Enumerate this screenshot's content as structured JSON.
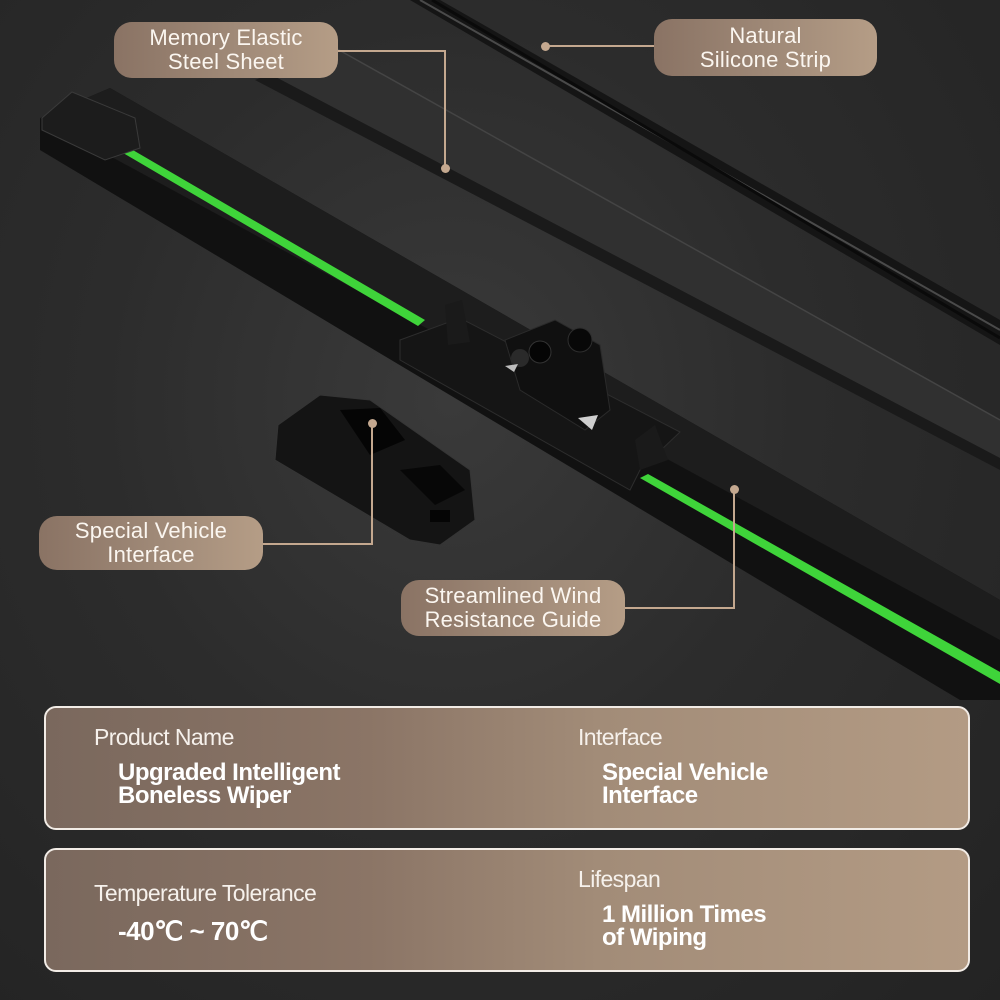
{
  "callouts": {
    "memory_elastic": {
      "line1": "Memory Elastic",
      "line2": "Steel Sheet"
    },
    "natural_silicone": {
      "line1": "Natural",
      "line2": "Silicone Strip"
    },
    "special_vehicle": {
      "line1": "Special Vehicle",
      "line2": "Interface"
    },
    "streamlined": {
      "line1": "Streamlined Wind",
      "line2": "Resistance Guide"
    }
  },
  "specs": {
    "row1": {
      "left": {
        "label": "Product Name",
        "value_line1": "Upgraded Intelligent",
        "value_line2": "Boneless Wiper"
      },
      "right": {
        "label": "Interface",
        "value_line1": "Special Vehicle",
        "value_line2": "Interface"
      }
    },
    "row2": {
      "left": {
        "label": "Temperature Tolerance",
        "value_line1": "-40℃ ~ 70℃"
      },
      "right": {
        "label": "Lifespan",
        "value_line1": "1 Million Times",
        "value_line2": "of Wiping"
      }
    }
  },
  "colors": {
    "accent_green": "#3fd43a",
    "callout_tan": "#a08a78",
    "background": "#2c2c2c"
  }
}
